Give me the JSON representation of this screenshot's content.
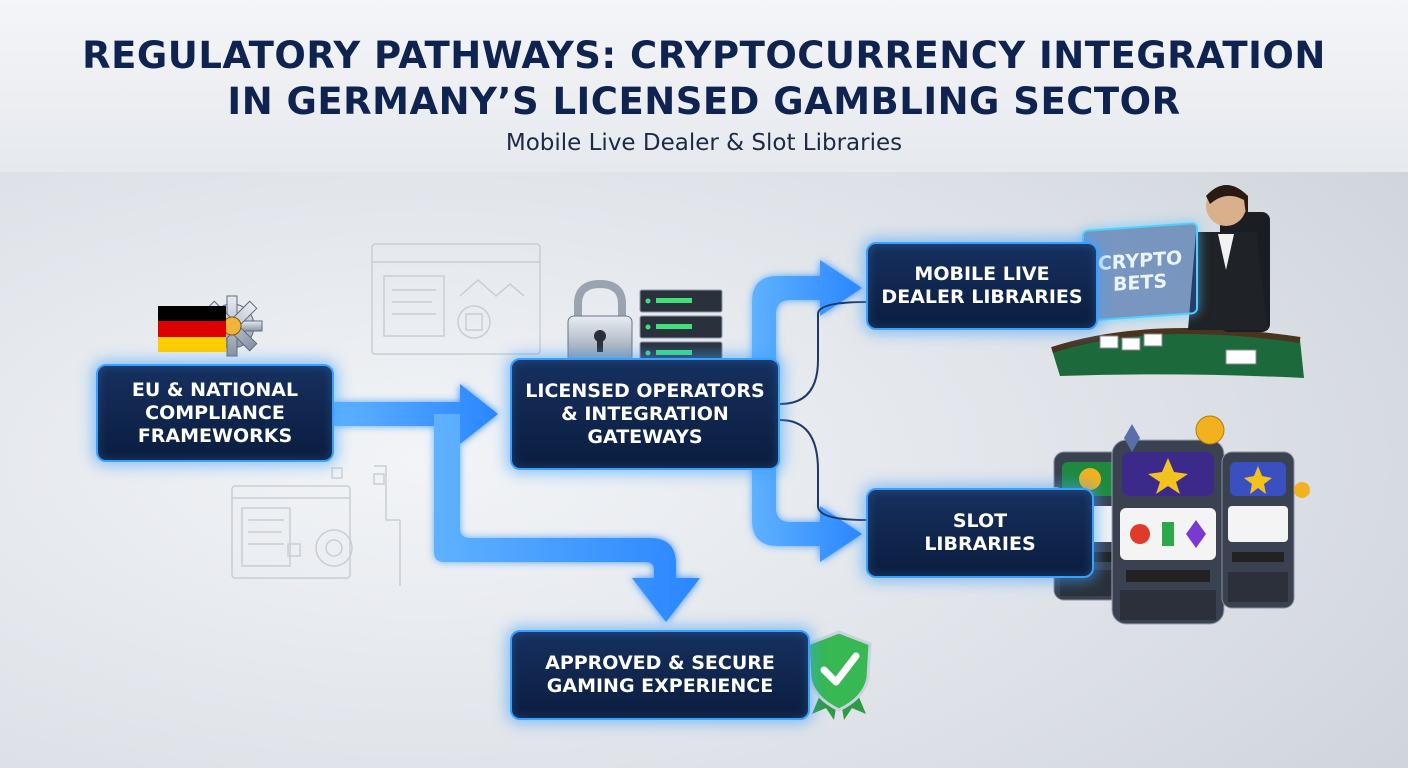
{
  "header": {
    "title_line1": "REGULATORY PATHWAYS: CRYPTOCURRENCY INTEGRATION",
    "title_line2": "IN GERMANY’S LICENSED GAMBLING SECTOR",
    "subtitle": "Mobile Live Dealer & Slot Libraries"
  },
  "nodes": {
    "compliance": {
      "line1": "EU & NATIONAL",
      "line2": "COMPLIANCE",
      "line3": "FRAMEWORKS"
    },
    "operators": {
      "line1": "LICENSED OPERATORS",
      "line2": "& INTEGRATION",
      "line3": "GATEWAYS"
    },
    "live_dealer": {
      "line1": "MOBILE LIVE",
      "line2": "DEALER LIBRARIES"
    },
    "slots": {
      "line1": "SLOT",
      "line2": "LIBRARIES"
    },
    "approved": {
      "line1": "APPROVED & SECURE",
      "line2": "GAMING EXPERIENCE"
    }
  },
  "screen": {
    "line1": "CRYPTO",
    "line2": "BETS"
  },
  "colors": {
    "node_fill": "#0b1d3f",
    "node_border": "#3aa0ff",
    "arrow": "#3f9cff",
    "title": "#0f2350",
    "flag": [
      "#000000",
      "#dd0000",
      "#ffce00"
    ],
    "shield": "#2fae4a"
  },
  "icons": [
    "germany-flag-icon",
    "gear-icon",
    "padlock-icon",
    "server-rack-icon",
    "shield-check-icon",
    "slot-machine-icon",
    "live-dealer-icon",
    "document-sketch-icon"
  ]
}
